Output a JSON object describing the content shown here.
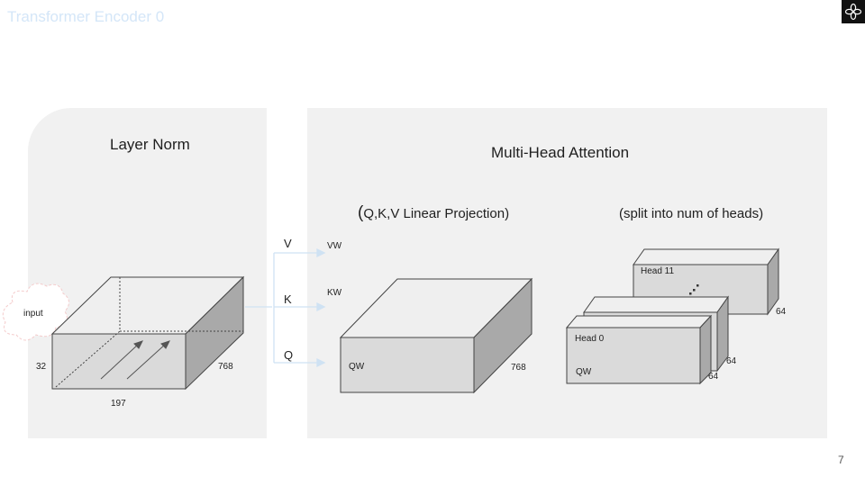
{
  "slide": {
    "title": "Transformer Encoder 0",
    "page_number": "7"
  },
  "layer_norm": {
    "heading": "Layer Norm",
    "input_label": "input",
    "dim_depth": "32",
    "dim_width": "768",
    "dim_length": "197"
  },
  "attention": {
    "heading": "Multi-Head Attention",
    "projection_caption_paren": "(",
    "projection_caption": "Q,K,V Linear Projection)",
    "split_caption": "(split into num of heads)",
    "qkv": {
      "v": "V",
      "k": "K",
      "q": "Q"
    },
    "weights": {
      "vw": "VW",
      "kw": "KW",
      "qw": "QW"
    },
    "projection_dim": "768",
    "heads": {
      "top_label": "Head 11",
      "top_dim": "64",
      "front_label": "Head 0",
      "front_weight": "QW",
      "middle_dim": "64",
      "front_dim": "64"
    }
  },
  "colors": {
    "panel": "#f1f1f1",
    "box_top": "#efefef",
    "box_front": "#dadada",
    "box_side": "#a9a9a9",
    "arrow": "#cfe2f3",
    "cloud": "#f4cccc"
  }
}
